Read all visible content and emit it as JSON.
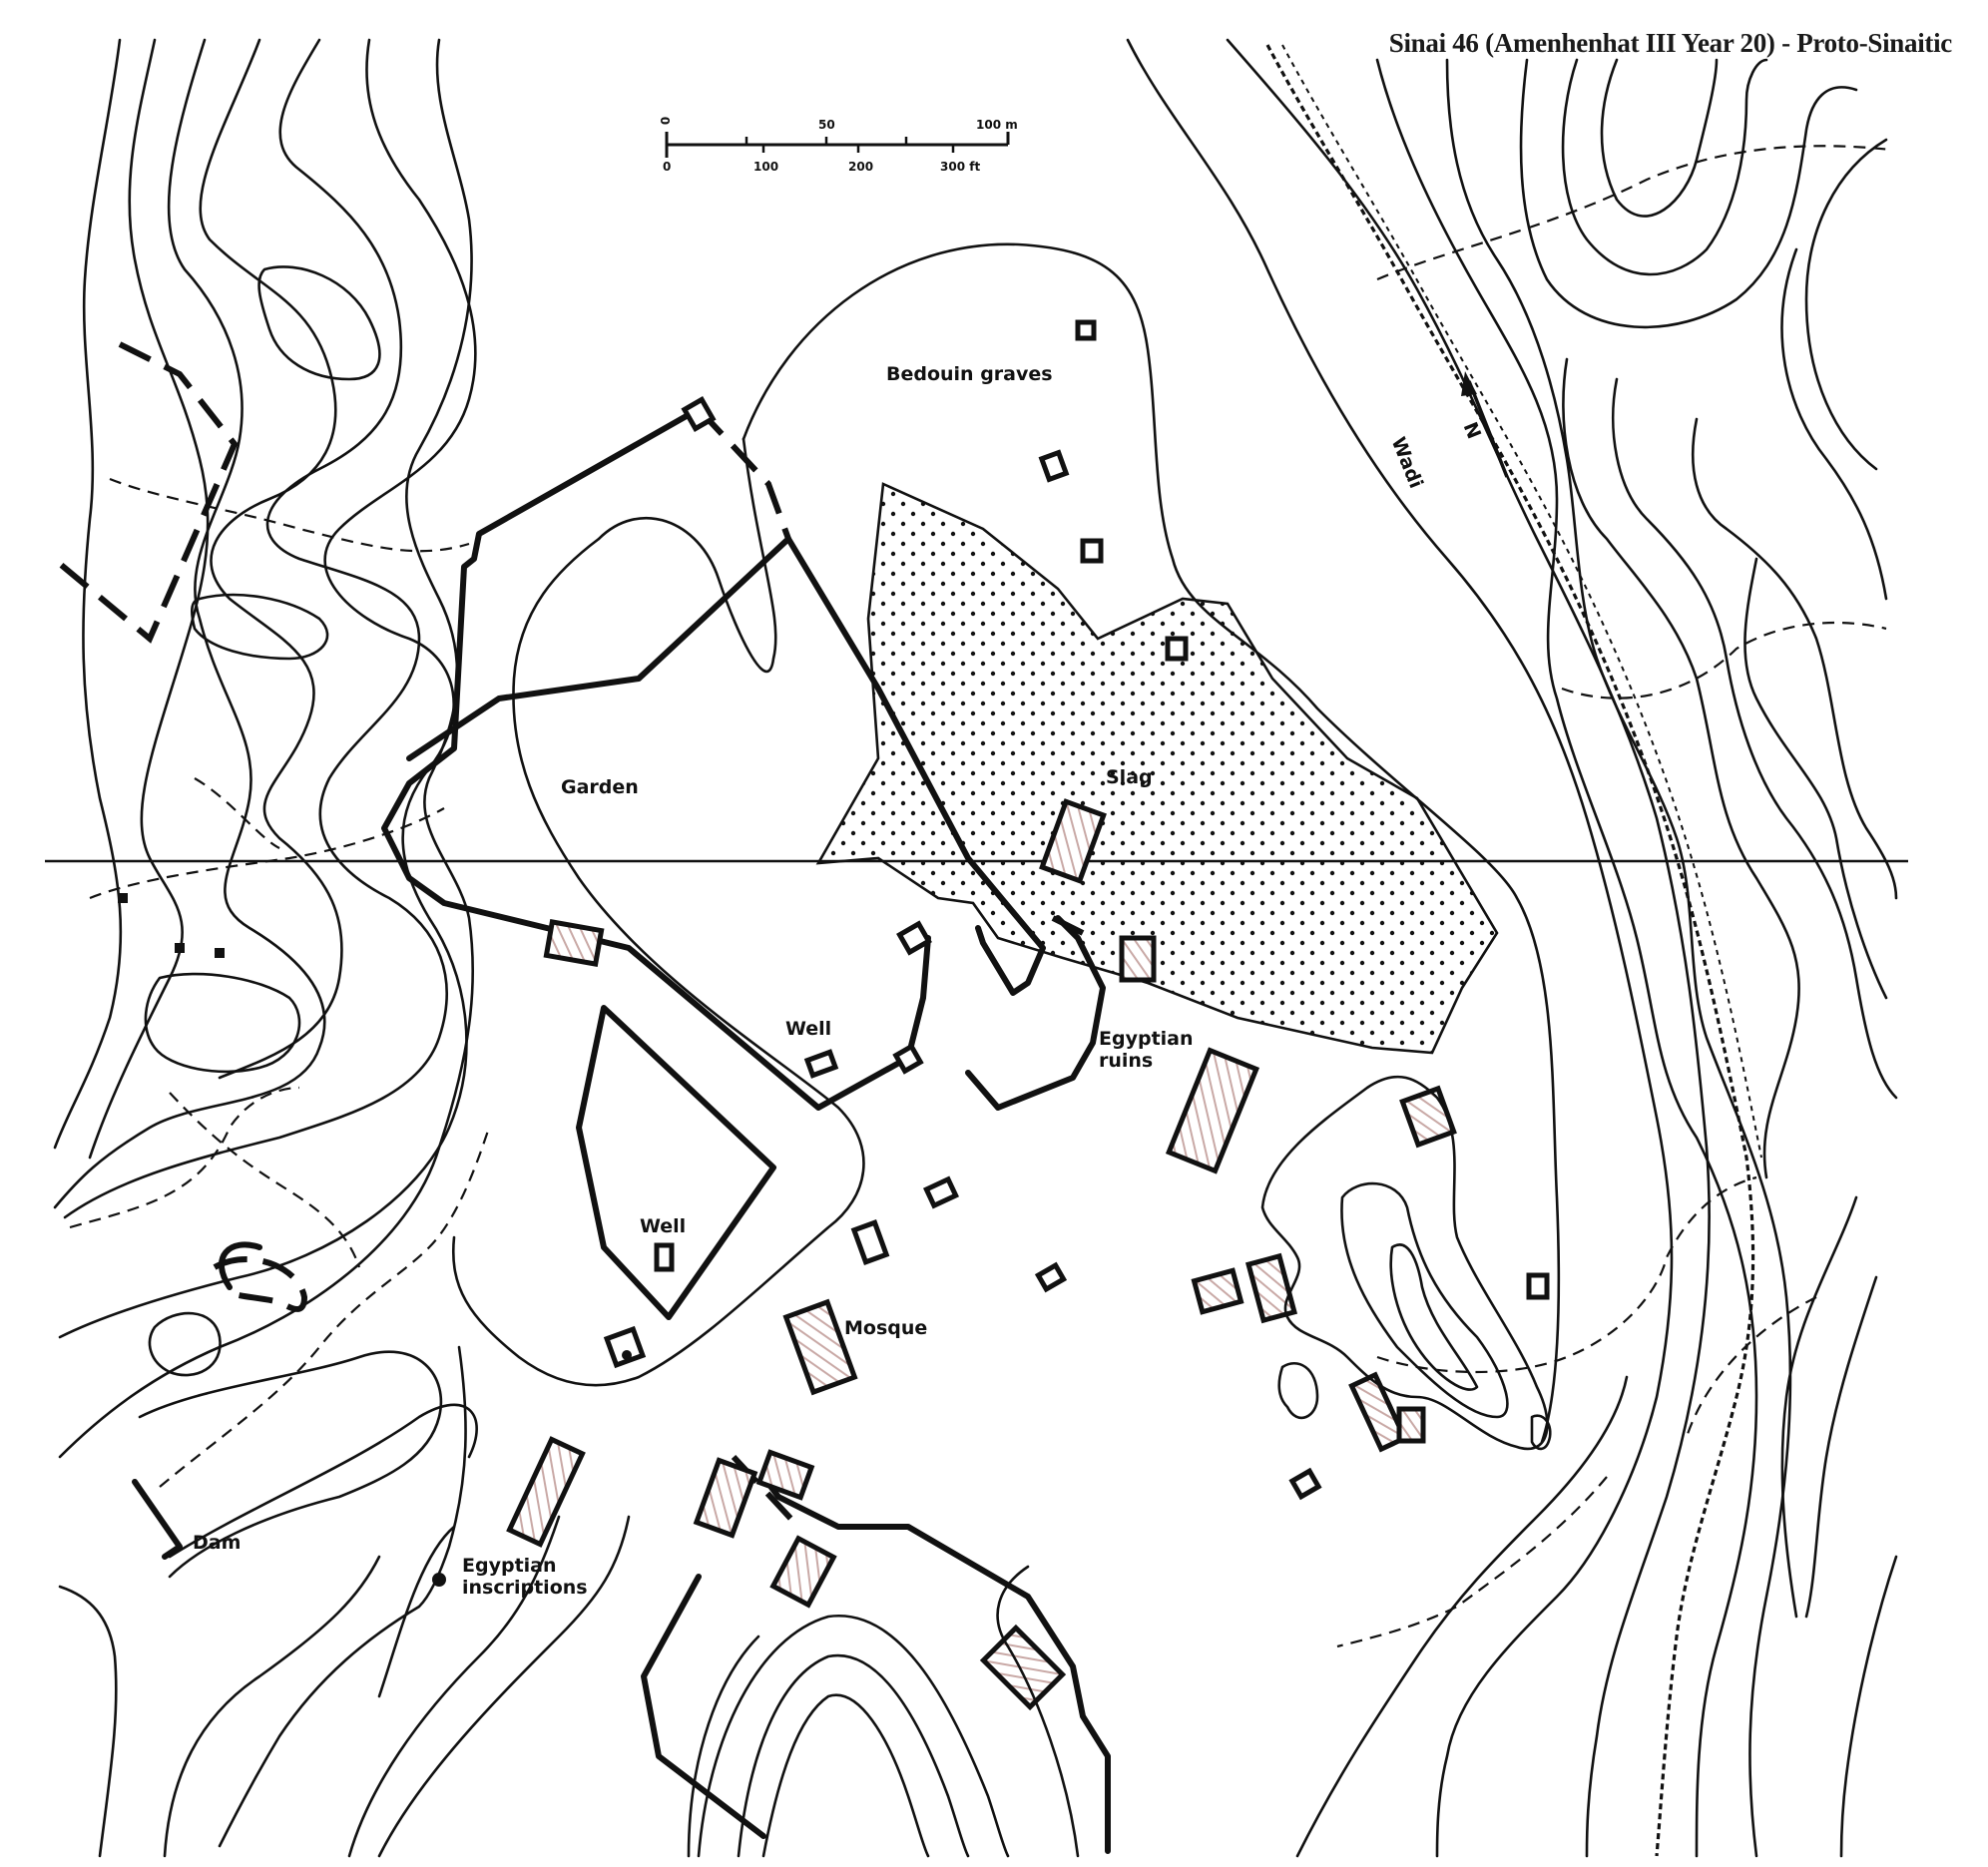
{
  "title": "Sinai 46 (Amenhenhat III Year 20) - Proto-Sinaitic",
  "scale_bar": {
    "metric_ticks": [
      "0",
      "50",
      "100 m"
    ],
    "imperial_ticks": [
      "0",
      "100",
      "200",
      "300 ft"
    ]
  },
  "labels": {
    "bedouin_graves": "Bedouin graves",
    "garden": "Garden",
    "slag": "Slag",
    "well_upper": "Well",
    "well_lower": "Well",
    "egyptian_ruins_line1": "Egyptian",
    "egyptian_ruins_line2": "ruins",
    "mosque": "Mosque",
    "dam": "Dam",
    "egyptian_inscriptions_line1": "Egyptian",
    "egyptian_inscriptions_line2": "inscriptions",
    "wadi": "Wadi",
    "north": "N"
  },
  "colors": {
    "ink": "#111111",
    "background": "#ffffff",
    "hatch_fill": "#c9a9a6"
  }
}
